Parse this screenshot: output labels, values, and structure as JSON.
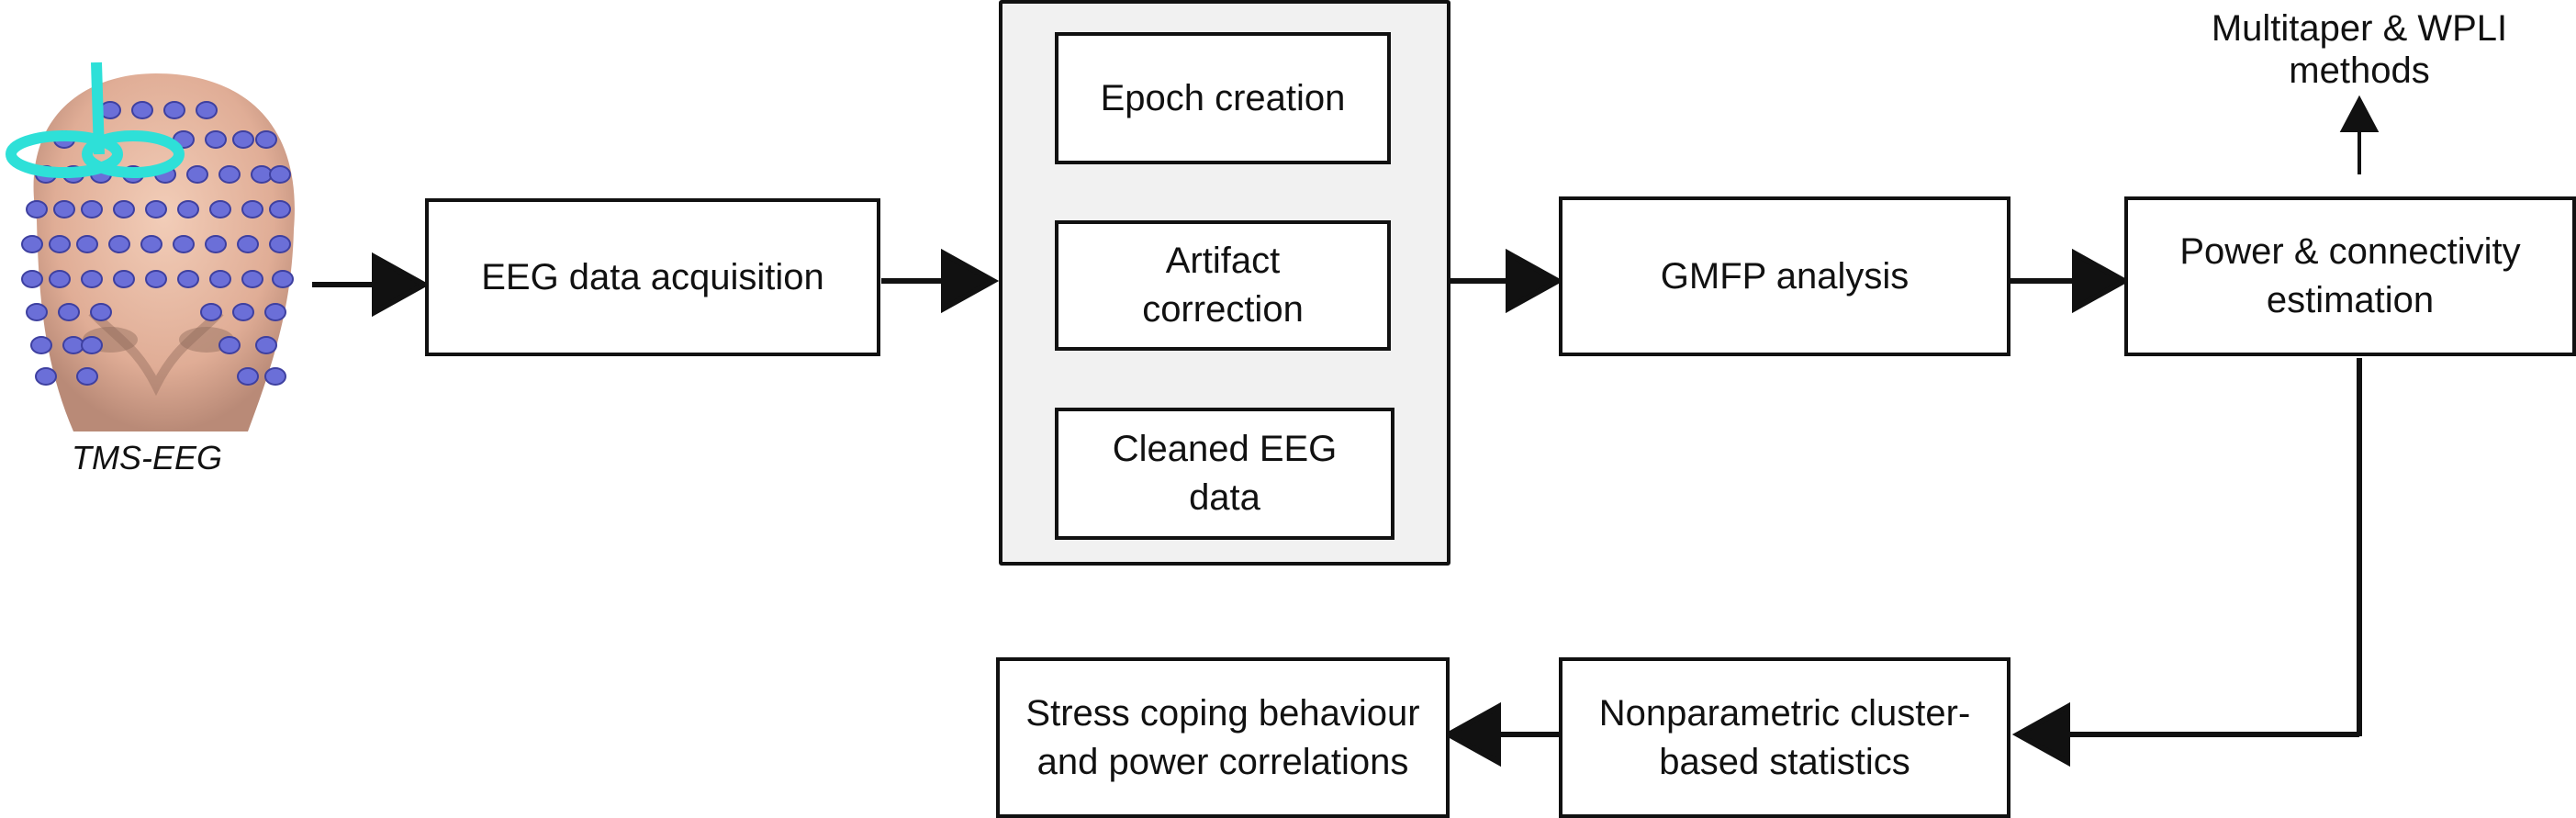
{
  "source_image": {
    "label": "TMS-EEG"
  },
  "nodes": {
    "eeg_acquisition": "EEG data acquisition",
    "epoch_creation": "Epoch creation",
    "artifact_correction": "Artifact\ncorrection",
    "cleaned_eeg": "Cleaned EEG\ndata",
    "gmfp": "GMFP analysis",
    "power_connectivity": "Power & connectivity\nestimation",
    "methods": "Multitaper & WPLI\nmethods",
    "nonparametric": "Nonparametric cluster-\nbased statistics",
    "stress_coping": "Stress coping behaviour\nand power correlations"
  },
  "colors": {
    "stroke": "#111111",
    "group_fill": "#f1f1f1",
    "skin": "#e6b8a2",
    "electrode": "#6b6fd8",
    "coil": "#2ee0d8"
  },
  "icons": [
    "head-with-electrodes-icon",
    "tms-coil-icon"
  ]
}
